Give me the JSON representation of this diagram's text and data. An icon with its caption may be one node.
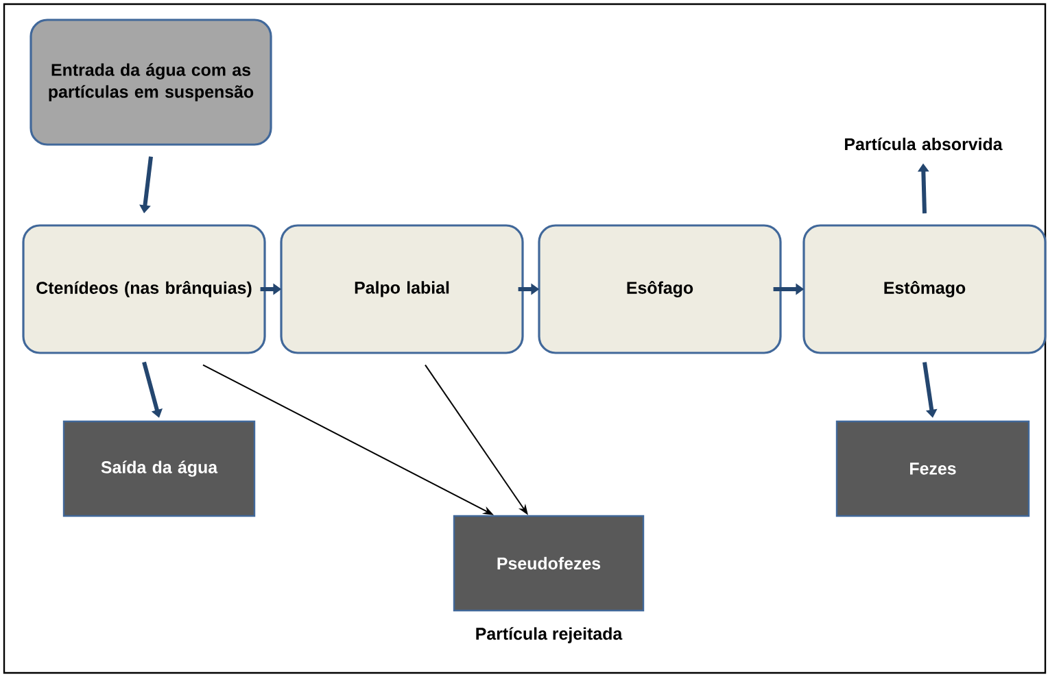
{
  "diagram": {
    "nodes": [
      {
        "text": [
          "Entrada da água com as partículas em suspensão"
        ]
      },
      {
        "text": [
          "Ctenídeos (nas brânquias)"
        ]
      },
      {
        "text": [
          "Palpo labial"
        ]
      },
      {
        "text": [
          "Esôfago"
        ]
      },
      {
        "text": [
          "Estômago"
        ]
      },
      {
        "text": [
          "Saída da água"
        ]
      },
      {
        "text": [
          "Pseudofezes"
        ],
        "beside": [
          "Partícula rejeitada"
        ]
      },
      {
        "text": [
          "Fezes"
        ]
      },
      {
        "text": [
          "Partícula absorvida"
        ]
      }
    ],
    "edges": [
      {
        "from": 0,
        "to": 1,
        "arrow": "to"
      },
      {
        "from": 1,
        "to": 2,
        "arrow": "to"
      },
      {
        "from": 2,
        "to": 3,
        "arrow": "to"
      },
      {
        "from": 3,
        "to": 4,
        "arrow": "to"
      },
      {
        "from": 4,
        "to": 8,
        "arrow": "to"
      },
      {
        "from": 1,
        "to": 5,
        "arrow": "to"
      },
      {
        "from": 4,
        "to": 7,
        "arrow": "to"
      },
      {
        "from": 1,
        "to": 6,
        "arrow": "to",
        "color": "#000000"
      },
      {
        "from": 2,
        "to": 6,
        "arrow": "to",
        "color": "#000000"
      }
    ]
  }
}
